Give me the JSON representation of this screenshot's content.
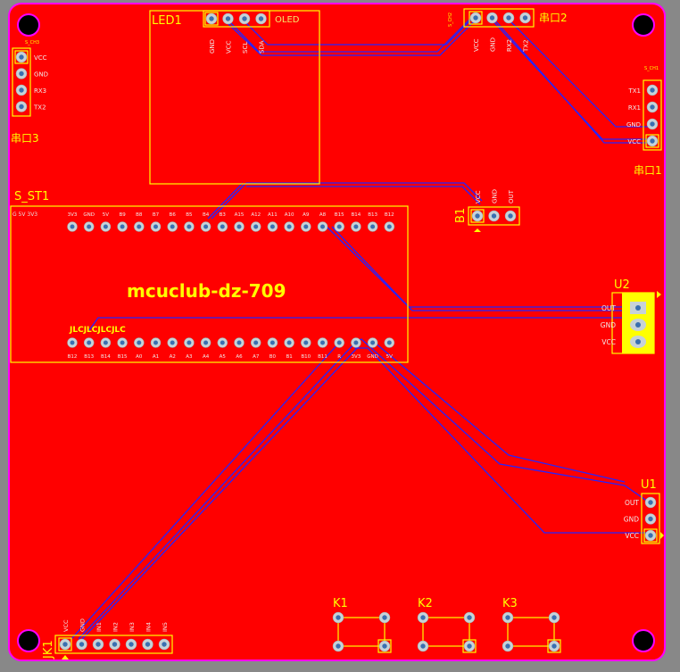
{
  "board": {
    "title": "mcuclub-dz-709",
    "colors": {
      "background": "#888888",
      "copper": "#ff0000",
      "outline": "#ff00ff",
      "silkscreen": "#ffff00",
      "trace": "#2020ff",
      "pad_ring": "#c7d2d7",
      "pad_hole": "#3a6fb0",
      "pin_label": "#f0eaea"
    }
  },
  "components": {
    "led1": {
      "ref": "LED1",
      "name": "OLED",
      "pins": [
        "GND",
        "VCC",
        "SCL",
        "SDA"
      ]
    },
    "serial2": {
      "ref": "串口2",
      "small": "S_CH2",
      "pins": [
        "VCC",
        "GND",
        "RX2",
        "TX2"
      ]
    },
    "serial3": {
      "ref": "串口3",
      "small": "S_CH3",
      "pins": [
        "VCC",
        "GND",
        "RX3",
        "TX2"
      ]
    },
    "serial1": {
      "ref": "串口1",
      "small": "S_CH1",
      "pins": [
        "TX1",
        "RX1",
        "GND",
        "VCC"
      ]
    },
    "st1": {
      "ref": "S_ST1",
      "top_header": "G  5V 3V3",
      "top_pins": [
        "3V3",
        "GND",
        "5V",
        "B9",
        "B8",
        "B7",
        "B6",
        "B5",
        "B4",
        "B3",
        "A15",
        "A12",
        "A11",
        "A10",
        "A9",
        "A8",
        "B15",
        "B14",
        "B13",
        "B12"
      ],
      "bottom_tag": "JLCJLCJLCJLC",
      "bottom_pins": [
        "B12",
        "B13",
        "B14",
        "B15",
        "A0",
        "A1",
        "A2",
        "A3",
        "A4",
        "A5",
        "A6",
        "A7",
        "B0",
        "B1",
        "B10",
        "B11",
        "R",
        "3V3",
        "GND",
        "5V"
      ]
    },
    "b1": {
      "ref": "B1",
      "pins": [
        "VCC",
        "GND",
        "OUT"
      ]
    },
    "u2": {
      "ref": "U2",
      "pins": [
        "OUT",
        "GND",
        "VCC"
      ]
    },
    "u1": {
      "ref": "U1",
      "pins": [
        "OUT",
        "GND",
        "VCC"
      ]
    },
    "jk1": {
      "ref": "JK1",
      "pins": [
        "VCC",
        "GND",
        "IN1",
        "IN2",
        "IN3",
        "IN4",
        "IN5"
      ]
    },
    "keys": [
      "K1",
      "K2",
      "K3"
    ]
  }
}
